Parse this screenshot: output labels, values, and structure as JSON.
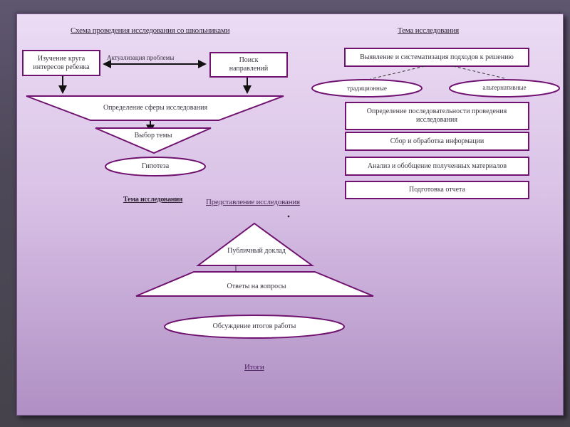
{
  "colors": {
    "outline": "#70126f",
    "shape_fill": "#ffffff",
    "arrow": "#111111",
    "text": "#3b3440"
  },
  "left_panel": {
    "title": "Схема проведения исследования со школьниками",
    "box_interests": "Изучение круга интересов ребенка",
    "box_search": "Поиск направлений",
    "arrow_label": "Актуализация проблемы",
    "funnel_top": "Определение сферы исследования",
    "funnel_bottom": "Выбор темы",
    "ellipse": "Гипотеза"
  },
  "right_panel": {
    "title": "Тема исследования",
    "box_top": "Выявление и систематизация подходов к решению",
    "ellipse_left": "традиционные",
    "ellipse_right": "альтернативные",
    "steps": [
      "Определение последовательности проведения исследования",
      "Сбор и обработка информации",
      "Анализ и обобщение полученных материалов",
      "Подготовка отчета"
    ]
  },
  "bottom_panel": {
    "title_left": "Тема исследования",
    "title_right": "Представление исследования",
    "pyramid_top": "Публичный доклад",
    "pyramid_base": "Ответы на вопросы",
    "ellipse": "Обсуждение итогов работы",
    "footer": "Итоги"
  }
}
